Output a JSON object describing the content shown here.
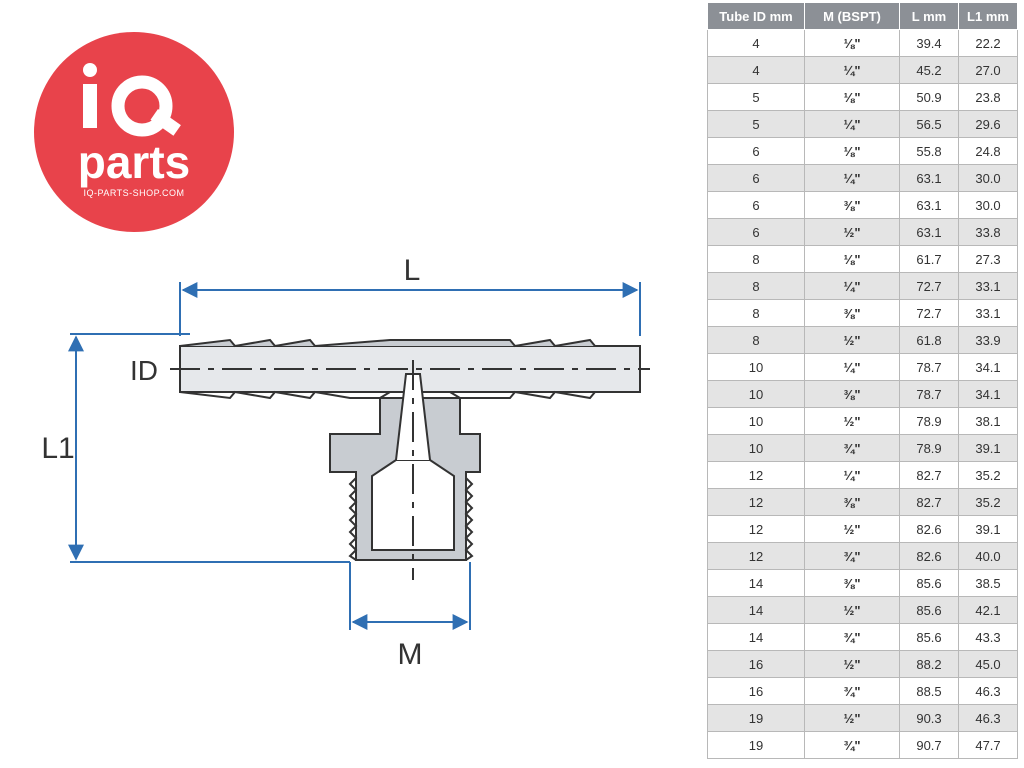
{
  "logo": {
    "line1": "iQ",
    "line2": "parts",
    "tagline": "IQ-PARTS-SHOP.COM",
    "bg_color": "#e8434b",
    "text_color": "#ffffff"
  },
  "drawing": {
    "label_length": "L",
    "label_height": "L1",
    "label_inner_diameter": "ID",
    "label_thread": "M",
    "dimension_color": "#2f6fb3",
    "body_fill": "#c8ccd1"
  },
  "table": {
    "headers": [
      "Tube ID mm",
      "M (BSPT)",
      "L mm",
      "L1 mm"
    ],
    "rows": [
      [
        "4",
        "⅛\"",
        "39.4",
        "22.2"
      ],
      [
        "4",
        "¼\"",
        "45.2",
        "27.0"
      ],
      [
        "5",
        "⅛\"",
        "50.9",
        "23.8"
      ],
      [
        "5",
        "¼\"",
        "56.5",
        "29.6"
      ],
      [
        "6",
        "⅛\"",
        "55.8",
        "24.8"
      ],
      [
        "6",
        "¼\"",
        "63.1",
        "30.0"
      ],
      [
        "6",
        "⅜\"",
        "63.1",
        "30.0"
      ],
      [
        "6",
        "½\"",
        "63.1",
        "33.8"
      ],
      [
        "8",
        "⅛\"",
        "61.7",
        "27.3"
      ],
      [
        "8",
        "¼\"",
        "72.7",
        "33.1"
      ],
      [
        "8",
        "⅜\"",
        "72.7",
        "33.1"
      ],
      [
        "8",
        "½\"",
        "61.8",
        "33.9"
      ],
      [
        "10",
        "¼\"",
        "78.7",
        "34.1"
      ],
      [
        "10",
        "⅜\"",
        "78.7",
        "34.1"
      ],
      [
        "10",
        "½\"",
        "78.9",
        "38.1"
      ],
      [
        "10",
        "¾\"",
        "78.9",
        "39.1"
      ],
      [
        "12",
        "¼\"",
        "82.7",
        "35.2"
      ],
      [
        "12",
        "⅜\"",
        "82.7",
        "35.2"
      ],
      [
        "12",
        "½\"",
        "82.6",
        "39.1"
      ],
      [
        "12",
        "¾\"",
        "82.6",
        "40.0"
      ],
      [
        "14",
        "⅜\"",
        "85.6",
        "38.5"
      ],
      [
        "14",
        "½\"",
        "85.6",
        "42.1"
      ],
      [
        "14",
        "¾\"",
        "85.6",
        "43.3"
      ],
      [
        "16",
        "½\"",
        "88.2",
        "45.0"
      ],
      [
        "16",
        "¾\"",
        "88.5",
        "46.3"
      ],
      [
        "19",
        "½\"",
        "90.3",
        "46.3"
      ],
      [
        "19",
        "¾\"",
        "90.7",
        "47.7"
      ]
    ]
  }
}
